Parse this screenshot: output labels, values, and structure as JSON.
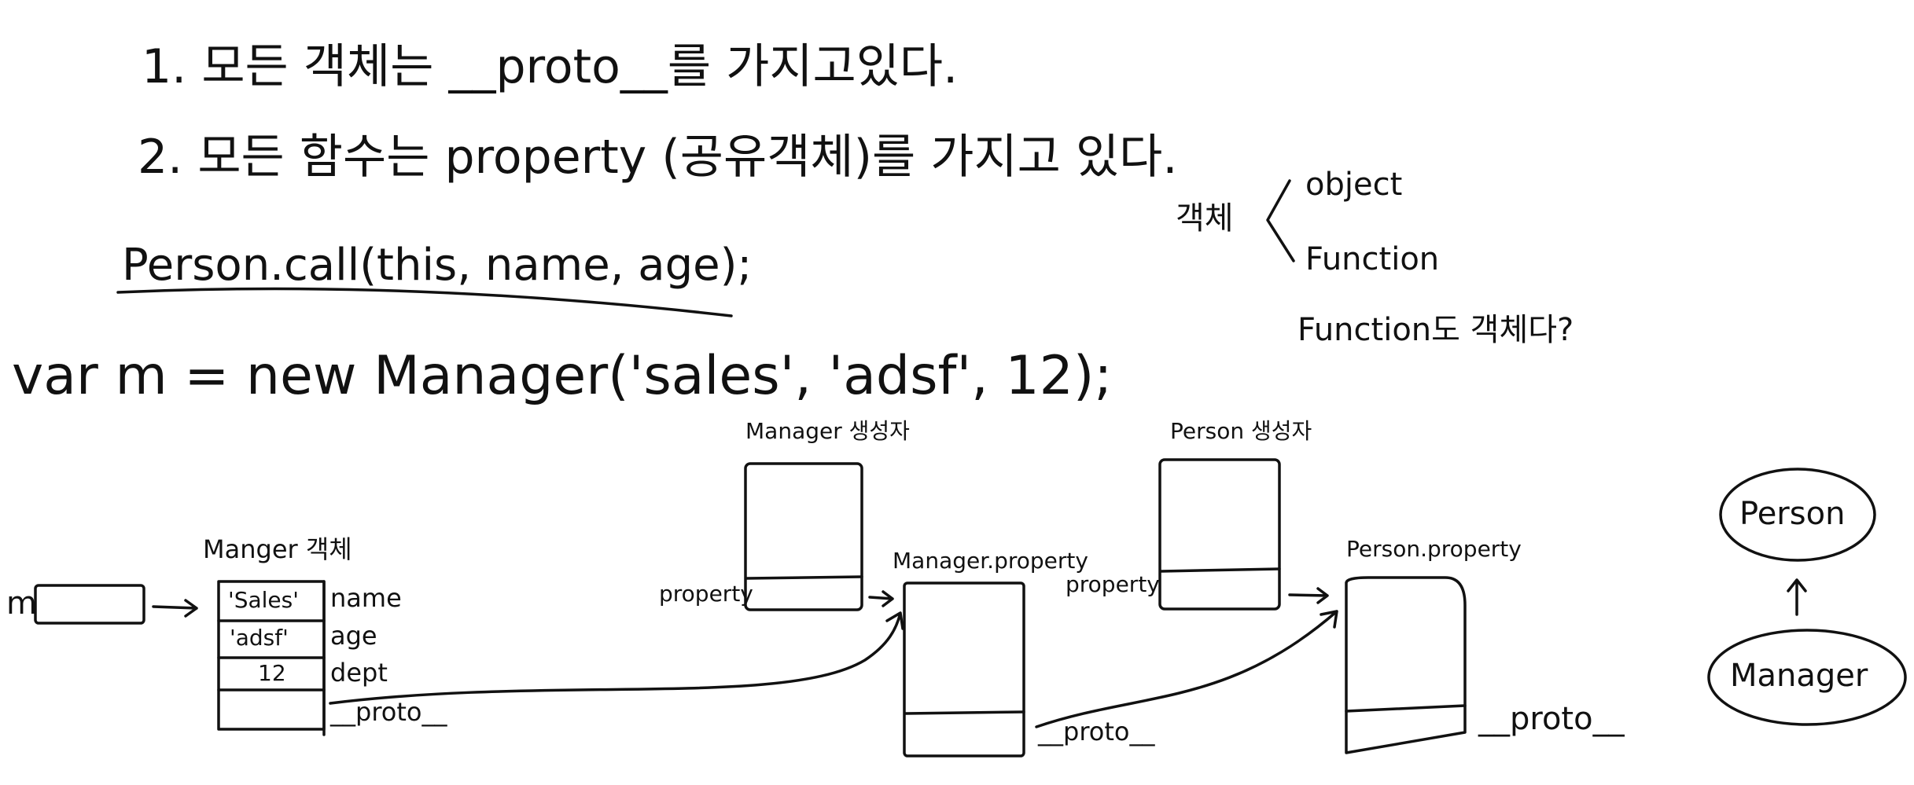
{
  "rules": {
    "rule1": "1. 모든 객체는 __proto__를 가지고있다.",
    "rule2": "2. 모든 함수는 property (공유객체)를 가지고 있다."
  },
  "code": {
    "call": "Person.call(this, name, age);",
    "new_manager": "var m = new Manager('sales', 'adsf', 12);"
  },
  "object_tree": {
    "root": "객체",
    "children": [
      "object",
      "Function"
    ],
    "question": "Function도 객체다?"
  },
  "variable": {
    "name": "m"
  },
  "manager_object": {
    "title": "Manger 객체",
    "cells": [
      "'Sales'",
      "'adsf'",
      "12",
      ""
    ],
    "fields": [
      "name",
      "age",
      "dept",
      "__proto__"
    ]
  },
  "manager_constructor": {
    "title": "Manager 생성자",
    "property_label": "property"
  },
  "manager_property": {
    "title": "Manager.property",
    "proto_label": "__proto__"
  },
  "person_constructor": {
    "title": "Person 생성자",
    "property_label": "property"
  },
  "person_property": {
    "title": "Person.property",
    "proto_label": "__proto__"
  },
  "hierarchy": {
    "parent": "Person",
    "child": "Manager"
  }
}
